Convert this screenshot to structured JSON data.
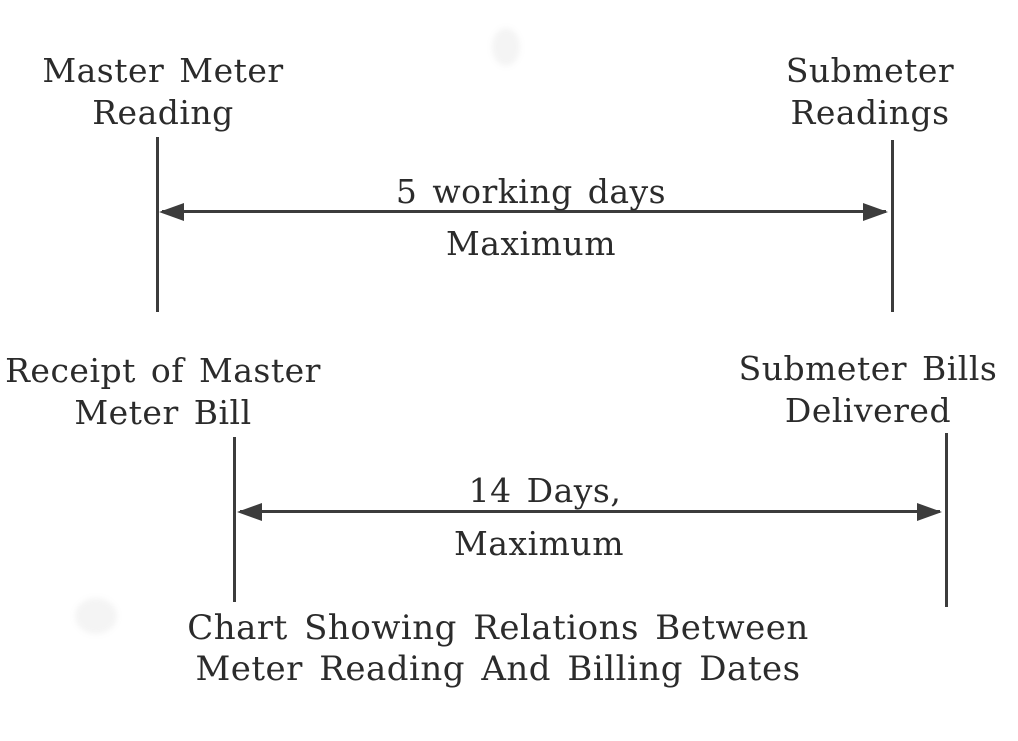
{
  "figure": {
    "background": "#ffffff",
    "text_color": "#2b2b2b",
    "line_color": "#3c3c3c",
    "timelines": [
      {
        "start_label": [
          "Master Meter",
          "Reading"
        ],
        "end_label": [
          "Submeter",
          "Readings"
        ],
        "duration": "5 working days",
        "qualifier": "Maximum"
      },
      {
        "start_label": [
          "Receipt of Master",
          "Meter Bill"
        ],
        "end_label": [
          "Submeter Bills",
          "Delivered"
        ],
        "duration": "14 Days,",
        "qualifier": "Maximum"
      }
    ],
    "caption": [
      "Chart Showing Relations Between",
      "Meter Reading And Billing Dates"
    ]
  }
}
